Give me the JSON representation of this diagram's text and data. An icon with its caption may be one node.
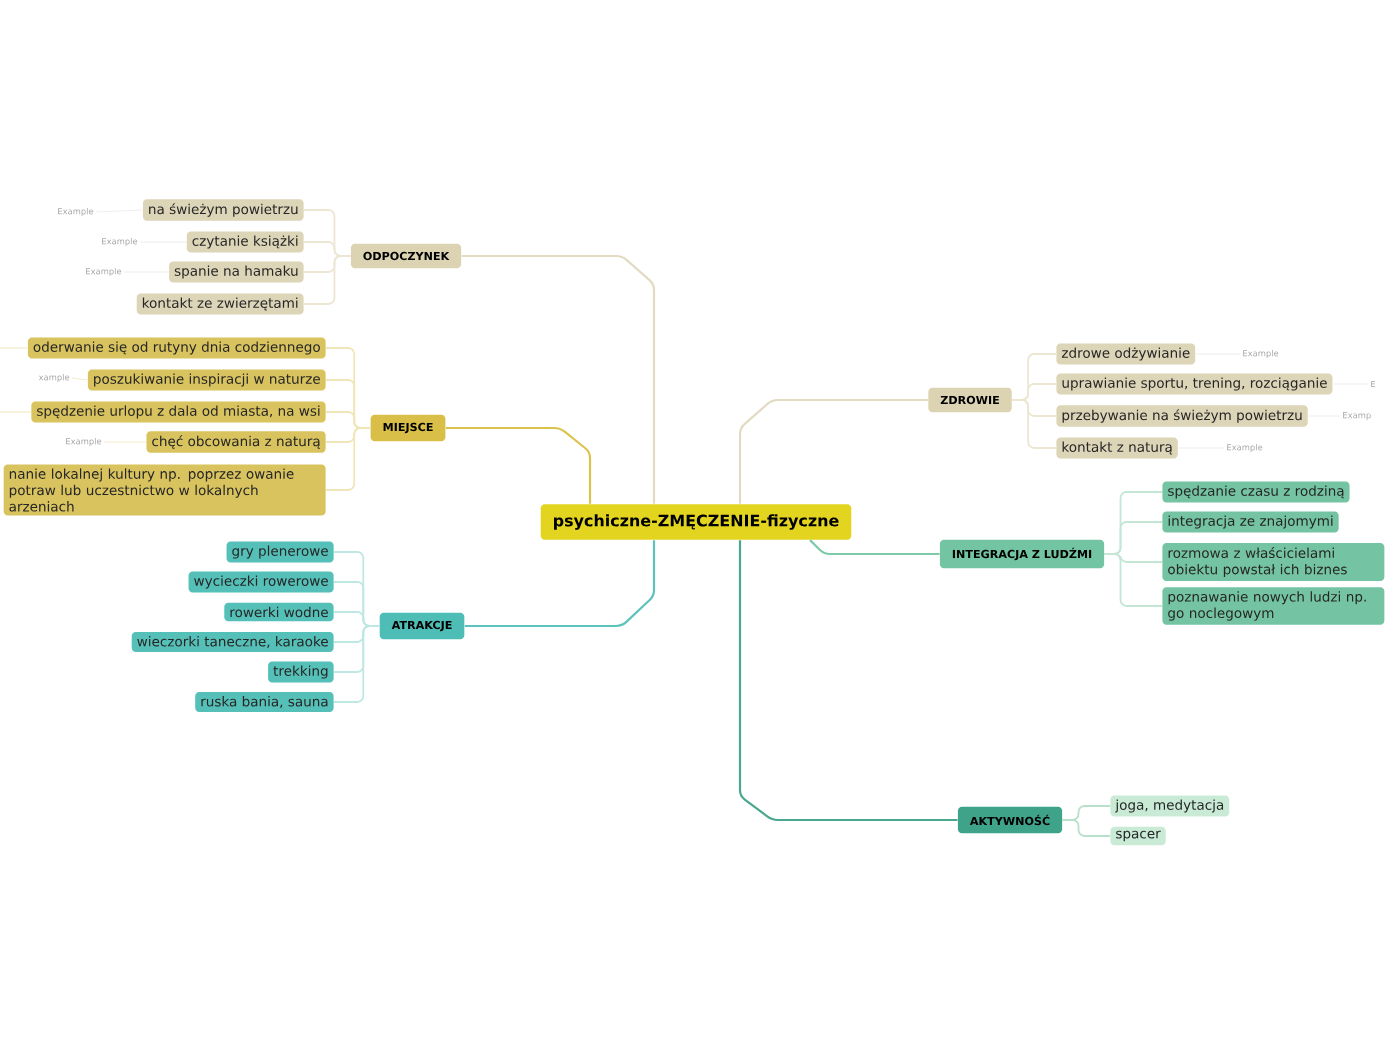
{
  "diagram": {
    "nodes": [
      {
        "text": [
          "psychiczne-ZMĘCZENIE-fizyczne"
        ]
      },
      {
        "text": [
          "ODPOCZYNEK"
        ]
      },
      {
        "text": [
          "na świeżym powietrzu"
        ]
      },
      {
        "text": [
          "Example"
        ]
      },
      {
        "text": [
          "czytanie książki"
        ]
      },
      {
        "text": [
          "Example"
        ]
      },
      {
        "text": [
          "spanie na hamaku"
        ]
      },
      {
        "text": [
          "Example"
        ]
      },
      {
        "text": [
          "kontakt ze zwierzętami"
        ]
      },
      {
        "text": [
          "MIEJSCE"
        ]
      },
      {
        "text": [
          "oderwanie się od rutyny dnia codziennego"
        ]
      },
      {
        "text": [
          "poszukiwanie inspiracji w naturze"
        ]
      },
      {
        "text": [
          "xample"
        ]
      },
      {
        "text": [
          "spędzenie urlopu z dala od miasta, na wsi"
        ]
      },
      {
        "text": [
          "chęć obcowania z naturą"
        ]
      },
      {
        "text": [
          "Example"
        ]
      },
      {
        "text": [
          "nanie lokalnej kultury np. poprzez owanie potraw lub uczestnictwo w lokalnych arzeniach"
        ]
      },
      {
        "text": [
          "ATRAKCJE"
        ]
      },
      {
        "text": [
          "gry plenerowe"
        ]
      },
      {
        "text": [
          "wycieczki rowerowe"
        ]
      },
      {
        "text": [
          "rowerki wodne"
        ]
      },
      {
        "text": [
          "wieczorki taneczne, karaoke"
        ]
      },
      {
        "text": [
          "trekking"
        ]
      },
      {
        "text": [
          "ruska bania, sauna"
        ]
      },
      {
        "text": [
          "ZDROWIE"
        ]
      },
      {
        "text": [
          "zdrowe odżywianie"
        ]
      },
      {
        "text": [
          "Example"
        ]
      },
      {
        "text": [
          "uprawianie sportu, trening, rozciąganie"
        ]
      },
      {
        "text": [
          "E"
        ]
      },
      {
        "text": [
          "przebywanie na świeżym powietrzu"
        ]
      },
      {
        "text": [
          "Examp"
        ]
      },
      {
        "text": [
          "kontakt z naturą"
        ]
      },
      {
        "text": [
          "Example"
        ]
      },
      {
        "text": [
          "INTEGRACJA Z LUDŹMI"
        ]
      },
      {
        "text": [
          "spędzanie czasu z rodziną"
        ]
      },
      {
        "text": [
          "integracja ze znajomymi"
        ]
      },
      {
        "text": [
          "rozmowa z właścicielami obiektu powstał ich biznes"
        ]
      },
      {
        "text": [
          "poznawanie nowych ludzi np. go noclegowym"
        ]
      },
      {
        "text": [
          "AKTYWNOŚĆ"
        ]
      },
      {
        "text": [
          "joga, medytacja"
        ]
      },
      {
        "text": [
          "spacer"
        ]
      }
    ],
    "edges": [
      {
        "from": 0,
        "to": 1,
        "arrow": "none",
        "color": "#e2dbc2"
      },
      {
        "from": 1,
        "to": 2,
        "arrow": "none",
        "color": "#ece6d2"
      },
      {
        "from": 1,
        "to": 4,
        "arrow": "none",
        "color": "#ece6d2"
      },
      {
        "from": 1,
        "to": 6,
        "arrow": "none",
        "color": "#ece6d2"
      },
      {
        "from": 1,
        "to": 8,
        "arrow": "none",
        "color": "#ece6d2"
      },
      {
        "from": 2,
        "to": 3,
        "arrow": "none",
        "color": "#eeeeee"
      },
      {
        "from": 4,
        "to": 5,
        "arrow": "none",
        "color": "#eeeeee"
      },
      {
        "from": 6,
        "to": 7,
        "arrow": "none",
        "color": "#eeeeee"
      },
      {
        "from": 0,
        "to": 9,
        "arrow": "none",
        "color": "#dcc34e"
      },
      {
        "from": 9,
        "to": 10,
        "arrow": "none",
        "color": "#f1e6b8"
      },
      {
        "from": 9,
        "to": 11,
        "arrow": "none",
        "color": "#f1e6b8"
      },
      {
        "from": 9,
        "to": 13,
        "arrow": "none",
        "color": "#f1e6b8"
      },
      {
        "from": 9,
        "to": 14,
        "arrow": "none",
        "color": "#f1e6b8"
      },
      {
        "from": 9,
        "to": 16,
        "arrow": "none",
        "color": "#f1e6b8"
      },
      {
        "from": 10,
        "to": null,
        "arrow": "none",
        "color": "#f3ebc6"
      },
      {
        "from": 11,
        "to": 12,
        "arrow": "none",
        "color": "#f3ebc6"
      },
      {
        "from": 13,
        "to": null,
        "arrow": "none",
        "color": "#f3ebc6"
      },
      {
        "from": 14,
        "to": 15,
        "arrow": "none",
        "color": "#f3ebc6"
      },
      {
        "from": 0,
        "to": 17,
        "arrow": "none",
        "color": "#5cc3bc"
      },
      {
        "from": 17,
        "to": 18,
        "arrow": "none",
        "color": "#bfe7e3"
      },
      {
        "from": 17,
        "to": 19,
        "arrow": "none",
        "color": "#bfe7e3"
      },
      {
        "from": 17,
        "to": 20,
        "arrow": "none",
        "color": "#bfe7e3"
      },
      {
        "from": 17,
        "to": 21,
        "arrow": "none",
        "color": "#bfe7e3"
      },
      {
        "from": 17,
        "to": 22,
        "arrow": "none",
        "color": "#bfe7e3"
      },
      {
        "from": 17,
        "to": 23,
        "arrow": "none",
        "color": "#bfe7e3"
      },
      {
        "from": 0,
        "to": 24,
        "arrow": "none",
        "color": "#e2dbc2"
      },
      {
        "from": 24,
        "to": 25,
        "arrow": "none",
        "color": "#ece6d2"
      },
      {
        "from": 24,
        "to": 27,
        "arrow": "none",
        "color": "#ece6d2"
      },
      {
        "from": 24,
        "to": 29,
        "arrow": "none",
        "color": "#ece6d2"
      },
      {
        "from": 24,
        "to": 31,
        "arrow": "none",
        "color": "#ece6d2"
      },
      {
        "from": 25,
        "to": 26,
        "arrow": "none",
        "color": "#eeeeee"
      },
      {
        "from": 27,
        "to": 28,
        "arrow": "none",
        "color": "#eeeeee"
      },
      {
        "from": 29,
        "to": 30,
        "arrow": "none",
        "color": "#eeeeee"
      },
      {
        "from": 31,
        "to": 32,
        "arrow": "none",
        "color": "#eeeeee"
      },
      {
        "from": 0,
        "to": 33,
        "arrow": "none",
        "color": "#7ccaa8"
      },
      {
        "from": 33,
        "to": 34,
        "arrow": "none",
        "color": "#c3e6d6"
      },
      {
        "from": 33,
        "to": 35,
        "arrow": "none",
        "color": "#c3e6d6"
      },
      {
        "from": 33,
        "to": 36,
        "arrow": "none",
        "color": "#c3e6d6"
      },
      {
        "from": 33,
        "to": 37,
        "arrow": "none",
        "color": "#c3e6d6"
      },
      {
        "from": 0,
        "to": 38,
        "arrow": "none",
        "color": "#49a78e"
      },
      {
        "from": 38,
        "to": 39,
        "arrow": "none",
        "color": "#b9e0cb"
      },
      {
        "from": 38,
        "to": 40,
        "arrow": "none",
        "color": "#b9e0cb"
      }
    ]
  }
}
